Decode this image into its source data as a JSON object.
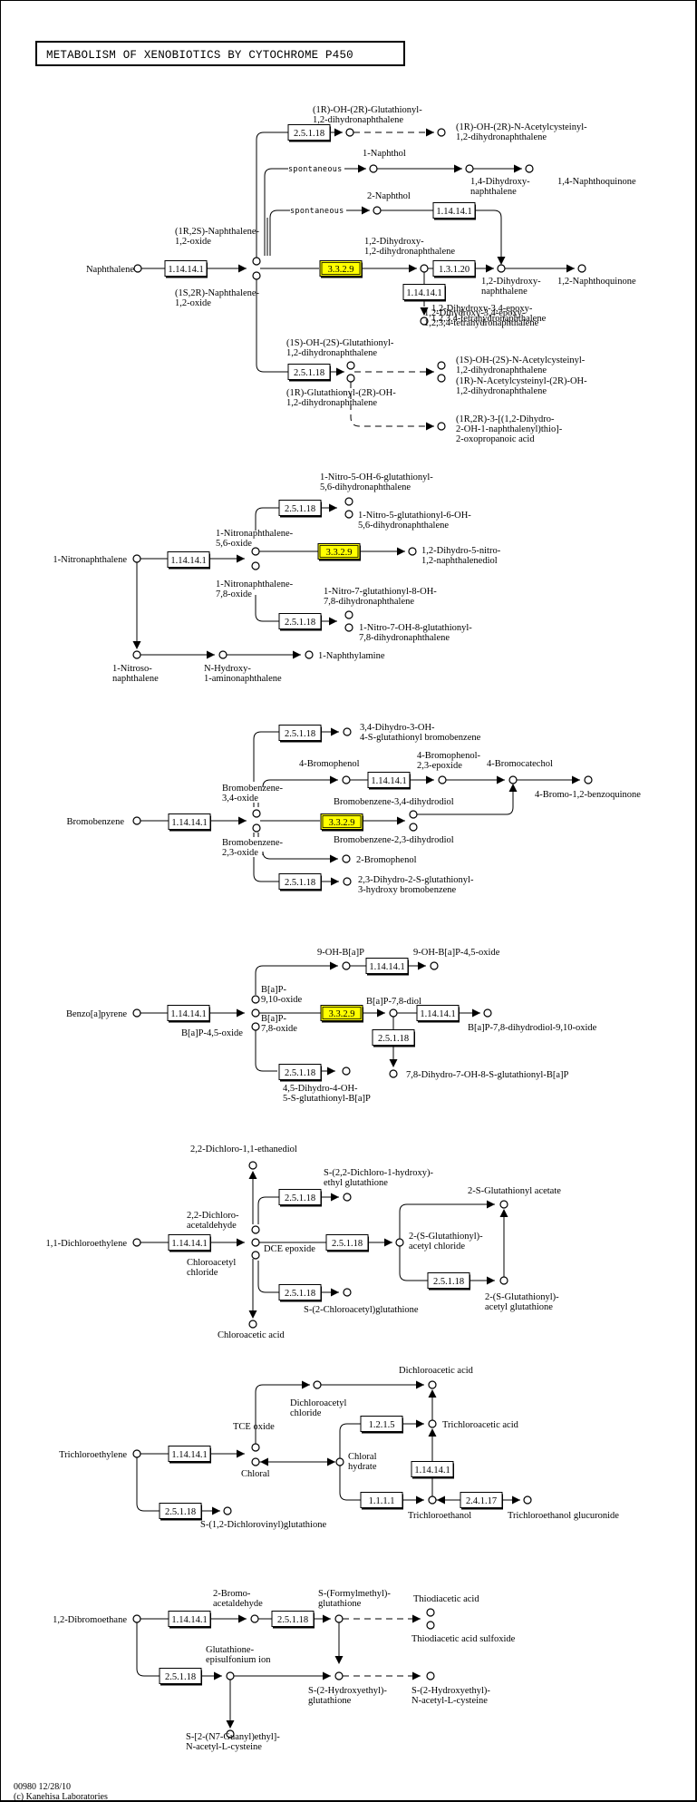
{
  "map": {
    "title": "METABOLISM OF XENOBIOTICS BY CYTOCHROME P450",
    "footer_id": "00980 12/28/10",
    "footer_copyright": "(c) Kanehisa Laboratories",
    "highlight_color": "#ffff00"
  },
  "ec": {
    "cyp": "1.14.14.1",
    "gst": "2.5.1.18",
    "eh": "3.3.2.9",
    "dd": "1.3.1.20",
    "aldh": "1.2.1.5",
    "adh": "1.1.1.1",
    "ugt": "2.4.1.17",
    "spontaneous": "spontaneous"
  },
  "sections": {
    "naphthalene": {
      "substrate": "Naphthalene",
      "oxide_1r2s": [
        "(1R,2S)-Naphthalene-",
        "1,2-oxide"
      ],
      "oxide_1s2r": [
        "(1S,2R)-Naphthalene-",
        "1,2-oxide"
      ],
      "gsh_1r": [
        "(1R)-OH-(2R)-Glutathionyl-",
        "1,2-dihydronaphthalene"
      ],
      "nac_1r": [
        "(1R)-OH-(2R)-N-Acetylcysteinyl-",
        "1,2-dihydronaphthalene"
      ],
      "naphthol_1": "1-Naphthol",
      "dihydroxy_14": [
        "1,4-Dihydroxy-",
        "naphthalene"
      ],
      "quinone_14": "1,4-Naphthoquinone",
      "naphthol_2": "2-Naphthol",
      "dihydrodiol": [
        "1,2-Dihydroxy-",
        "1,2-dihydronaphthalene"
      ],
      "dihydroxy_12": [
        "1,2-Dihydroxy-",
        "naphthalene"
      ],
      "quinone_12": "1,2-Naphthoquinone",
      "epoxy": [
        "1,2-Dihydroxy-3,4-epoxy-",
        "1,2,3,4-tetrahydronaphthalene"
      ],
      "gsh_1s": [
        "(1S)-OH-(2S)-Glutathionyl-",
        "1,2-dihydronaphthalene"
      ],
      "gsh_1r_2r": [
        "(1R)-Glutathionyl-(2R)-OH-",
        "1,2-dihydronaphthalene"
      ],
      "nac_1s": [
        "(1S)-OH-(2S)-N-Acetylcysteinyl-",
        "1,2-dihydronaphthalene"
      ],
      "nac_1r_2r": [
        "(1R)-N-Acetylcysteinyl-(2R)-OH-",
        "1,2-dihydronaphthalene"
      ],
      "oxopropanoic": [
        "(1R,2R)-3-[(1,2-Dihydro-",
        "2-OH-1-naphthalenyl)thio]-",
        "2-oxopropanoic acid"
      ]
    },
    "nitronaphthalene": {
      "substrate": "1-Nitronaphthalene",
      "oxide_56": [
        "1-Nitronaphthalene-",
        "5,6-oxide"
      ],
      "oxide_78": [
        "1-Nitronaphthalene-",
        "7,8-oxide"
      ],
      "gsh_5oh": [
        "1-Nitro-5-OH-6-glutathionyl-",
        "5,6-dihydronaphthalene"
      ],
      "gsh_5g": [
        "1-Nitro-5-glutathionyl-6-OH-",
        "5,6-dihydronaphthalene"
      ],
      "diol": [
        "1,2-Dihydro-5-nitro-",
        "1,2-naphthalenediol"
      ],
      "gsh_7g": [
        "1-Nitro-7-glutathionyl-8-OH-",
        "7,8-dihydronaphthalene"
      ],
      "gsh_7oh": [
        "1-Nitro-7-OH-8-glutathionyl-",
        "7,8-dihydronaphthalene"
      ],
      "nitroso": [
        "1-Nitroso-",
        "naphthalene"
      ],
      "hydroxy_amine": [
        "N-Hydroxy-",
        "1-aminonaphthalene"
      ],
      "naphthylamine": "1-Naphthylamine"
    },
    "bromobenzene": {
      "substrate": "Bromobenzene",
      "oxide_34": [
        "Bromobenzene-",
        "3,4-oxide"
      ],
      "oxide_23": [
        "Bromobenzene-",
        "2,3-oxide"
      ],
      "gsh_34": [
        "3,4-Dihydro-3-OH-",
        "4-S-glutathionyl bromobenzene"
      ],
      "bromophenol_4": "4-Bromophenol",
      "bromophenol_epoxide": [
        "4-Bromophenol-",
        "2,3-epoxide"
      ],
      "bromocatechol": "4-Bromocatechol",
      "benzoquinone": "4-Bromo-1,2-benzoquinone",
      "dihydrodiol_34": "Bromobenzene-3,4-dihydrodiol",
      "dihydrodiol_23": "Bromobenzene-2,3-dihydrodiol",
      "bromophenol_2": "2-Bromophenol",
      "gsh_23": [
        "2,3-Dihydro-2-S-glutathionyl-",
        "3-hydroxy bromobenzene"
      ]
    },
    "benzopyrene": {
      "substrate": "Benzo[a]pyrene",
      "oxide_910": [
        "B[a]P-",
        "9,10-oxide"
      ],
      "oxide_78": [
        "B[a]P-",
        "7,8-oxide"
      ],
      "oxide_45": "B[a]P-4,5-oxide",
      "oh9": "9-OH-B[a]P",
      "oh9_oxide": "9-OH-B[a]P-4,5-oxide",
      "diol_78": "B[a]P-7,8-diol",
      "diol_epoxide": "B[a]P-7,8-dihydrodiol-9,10-oxide",
      "gsh_78": "7,8-Dihydro-7-OH-8-S-glutathionyl-B[a]P",
      "gsh_45": [
        "4,5-Dihydro-4-OH-",
        "5-S-glutathionyl-B[a]P"
      ]
    },
    "dichloroethylene": {
      "substrate": "1,1-Dichloroethylene",
      "ethanediol": "2,2-Dichloro-1,1-ethanediol",
      "acetaldehyde": [
        "2,2-Dichloro-",
        "acetaldehyde"
      ],
      "gsh_hydroxy": [
        "S-(2,2-Dichloro-1-hydroxy)-",
        "ethyl glutathione"
      ],
      "epoxide": "DCE epoxide",
      "chloroacetyl": [
        "Chloroacetyl",
        "chloride"
      ],
      "gsh_acetate": "2-S-Glutathionyl acetate",
      "gsh_acetyl_chloride": [
        "2-(S-Glutathionyl)-",
        "acetyl chloride"
      ],
      "gsh_acetyl_gsh": [
        "2-(S-Glutathionyl)-",
        "acetyl glutathione"
      ],
      "gsh_chloroacetyl": "S-(2-Chloroacetyl)glutathione",
      "chloroacetic": "Chloroacetic acid"
    },
    "trichloroethylene": {
      "substrate": "Trichloroethylene",
      "tce_oxide": "TCE oxide",
      "chloral": "Chloral",
      "dichloroacetyl": [
        "Dichloroacetyl",
        "chloride"
      ],
      "dichloroacetic": "Dichloroacetic acid",
      "trichloroacetic": "Trichloroacetic acid",
      "chloral_hydrate": [
        "Chloral",
        "hydrate"
      ],
      "trichloroethanol": "Trichloroethanol",
      "glucuronide": "Trichloroethanol glucuronide",
      "gsh_dcv": "S-(1,2-Dichlorovinyl)glutathione"
    },
    "dibromoethane": {
      "substrate": "1,2-Dibromoethane",
      "bromoacetaldehyde": [
        "2-Bromo-",
        "acetaldehyde"
      ],
      "formylmethyl": [
        "S-(Formylmethyl)-",
        "glutathione"
      ],
      "thiodiacetic": "Thiodiacetic acid",
      "thiodiacetic_sulfoxide": "Thiodiacetic acid sulfoxide",
      "episulfonium": [
        "Glutathione-",
        "episulfonium ion"
      ],
      "hydroxyethyl_gsh": [
        "S-(2-Hydroxyethyl)-",
        "glutathione"
      ],
      "hydroxyethyl_nac": [
        "S-(2-Hydroxyethyl)-",
        "N-acetyl-L-cysteine"
      ],
      "guanyl": [
        "S-[2-(N7-Guanyl)ethyl]-",
        "N-acetyl-L-cysteine"
      ]
    }
  }
}
